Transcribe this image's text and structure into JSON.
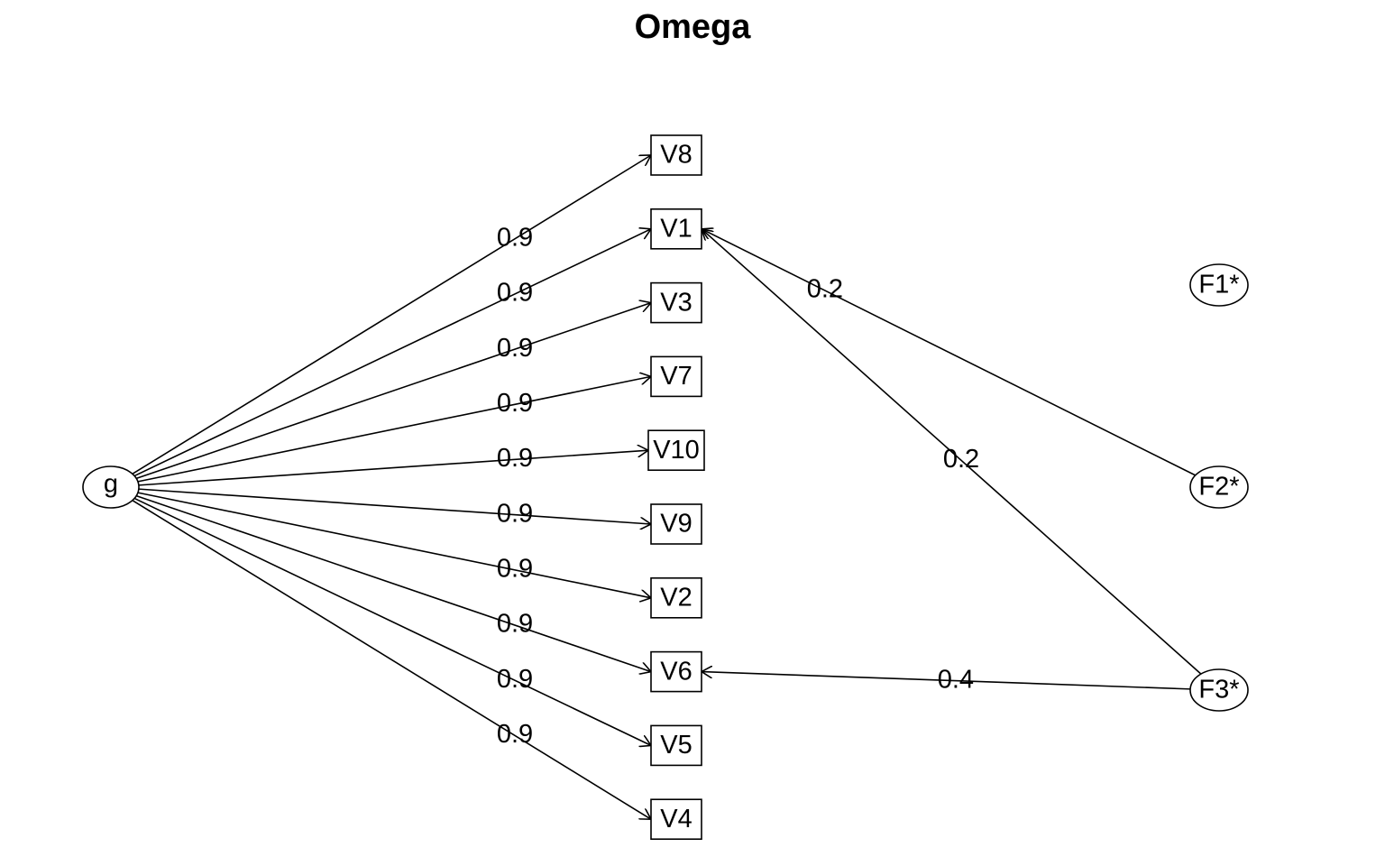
{
  "title": "Omega",
  "general_factor": "g",
  "variables": [
    "V8",
    "V1",
    "V3",
    "V7",
    "V10",
    "V9",
    "V2",
    "V6",
    "V5",
    "V4"
  ],
  "group_factors": [
    "F1*",
    "F2*",
    "F3*"
  ],
  "g_loadings": [
    {
      "to": "V8",
      "label": "0.9"
    },
    {
      "to": "V1",
      "label": "0.9"
    },
    {
      "to": "V3",
      "label": "0.9"
    },
    {
      "to": "V7",
      "label": "0.9"
    },
    {
      "to": "V10",
      "label": "0.9"
    },
    {
      "to": "V9",
      "label": "0.9"
    },
    {
      "to": "V2",
      "label": "0.9"
    },
    {
      "to": "V6",
      "label": "0.9"
    },
    {
      "to": "V5",
      "label": "0.9"
    },
    {
      "to": "V4",
      "label": "0.9"
    }
  ],
  "group_loadings": [
    {
      "from": "F2*",
      "to": "V1",
      "label": "0.2"
    },
    {
      "from": "F3*",
      "to": "V1",
      "label": "0.2"
    },
    {
      "from": "F3*",
      "to": "V6",
      "label": "0.4"
    }
  ]
}
